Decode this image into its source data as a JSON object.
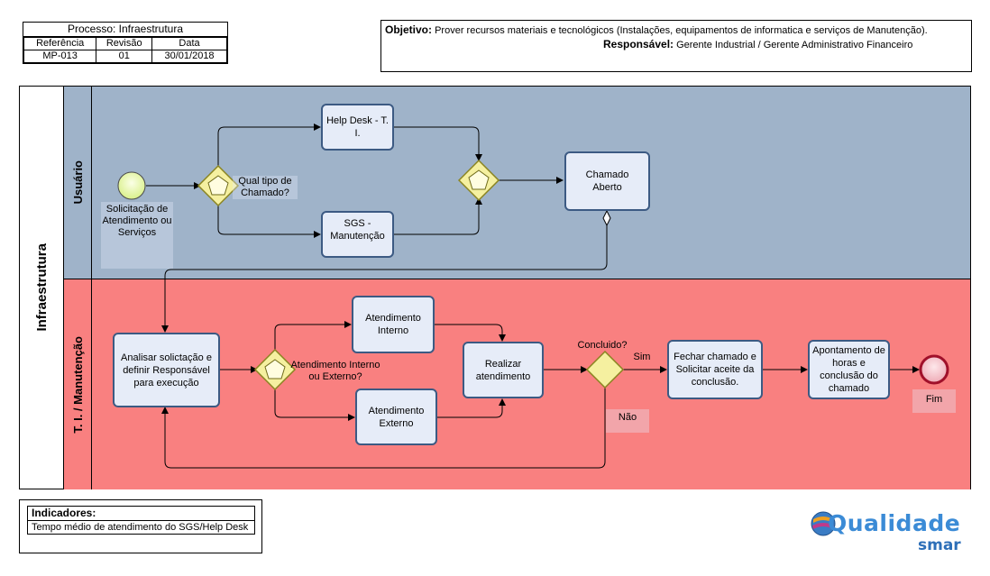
{
  "header": {
    "processo": "Processo: Infraestrutura",
    "ref_headers": [
      "Referência",
      "Revisão",
      "Data"
    ],
    "ref_values": [
      "MP-013",
      "01",
      "30/01/2018"
    ],
    "objetivo_label": "Objetivo:",
    "objetivo_text": "Prover recursos materiais e tecnológicos (Instalações, equipamentos de informatica e serviços de Manutenção).",
    "responsavel_label": "Responsável:",
    "responsavel_text": "Gerente Industrial / Gerente Administrativo Financeiro"
  },
  "pool": {
    "name": "Infraestrutura",
    "lanes": [
      "Usuário",
      "T. I. / Manutenção"
    ]
  },
  "nodes": {
    "start_label": "Solicitação de Atendimento ou Serviços",
    "gw1_label": "Qual tipo de Chamado?",
    "helpdesk": "Help Desk -  T. I.",
    "sgs": "SGS - Manutenção",
    "chamado": "Chamado Aberto",
    "analisar": "Analisar solictação e definir Responsável para execução",
    "gw3_label": "Atendimento Interno ou Externo?",
    "interno": "Atendimento Interno",
    "externo": "Atendimento Externo",
    "realizar": "Realizar atendimento",
    "gw4_label": "Concluido?",
    "sim": "Sim",
    "nao": "Não",
    "fechar": "Fechar chamado e Solicitar aceite da conclusão.",
    "apontamento": "Apontamento de horas e conclusão do chamado",
    "end_label": "Fim"
  },
  "indicadores": {
    "title": "Indicadores:",
    "text": "Tempo médio de atendimento do SGS/Help Desk"
  },
  "logo": {
    "main": "Qualidade",
    "sub": "smar"
  },
  "colors": {
    "lane_user": "#9fb3c9",
    "lane_ti": "#f98080",
    "task_fill": "#e6ecf8",
    "gateway_fill": "#f5f0a0",
    "start_fill": "#e9f7b5",
    "end_fill": "#f6c0c8"
  }
}
